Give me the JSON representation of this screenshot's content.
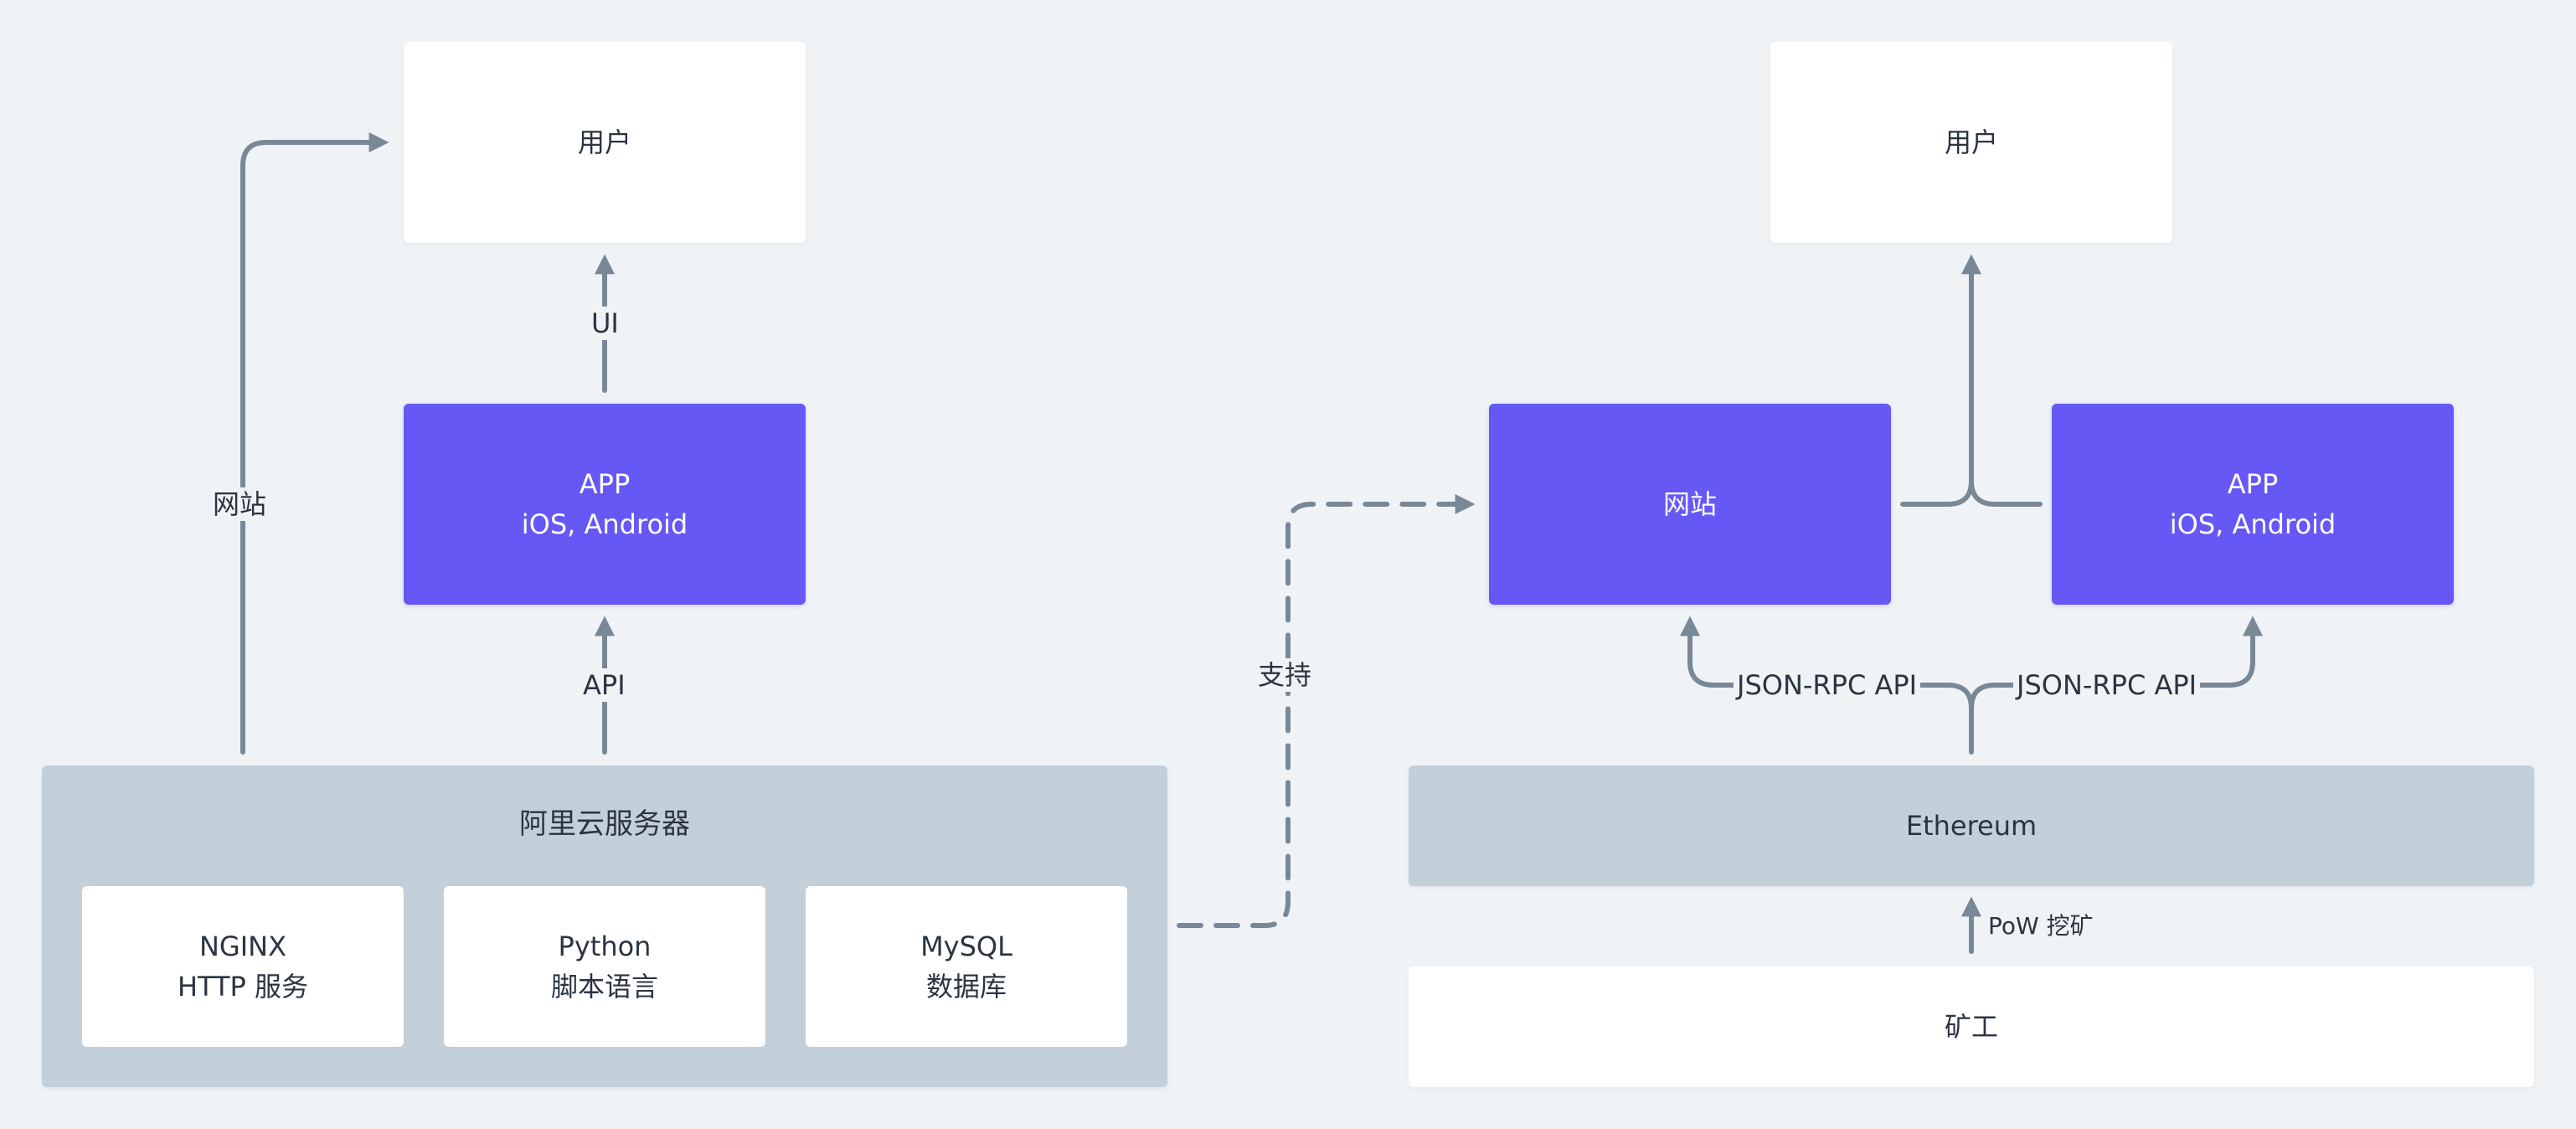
{
  "left": {
    "user_box": {
      "label": "用户"
    },
    "app_box": {
      "line1": "APP",
      "line2": "iOS, Android"
    },
    "server_group": {
      "title": "阿里云服务器",
      "components": [
        {
          "line1": "NGINX",
          "line2": "HTTP 服务"
        },
        {
          "line1": "Python",
          "line2": "脚本语言"
        },
        {
          "line1": "MySQL",
          "line2": "数据库"
        }
      ]
    },
    "edges": {
      "website": "网站",
      "ui": "UI",
      "api": "API"
    }
  },
  "bridge": {
    "support": "支持"
  },
  "right": {
    "user_box": {
      "label": "用户"
    },
    "website_box": {
      "label": "网站"
    },
    "app_box": {
      "line1": "APP",
      "line2": "iOS, Android"
    },
    "ethereum_box": {
      "label": "Ethereum"
    },
    "miner_box": {
      "label": "矿工"
    },
    "edges": {
      "jsonrpc_left": "JSON-RPC API",
      "jsonrpc_right": "JSON-RPC API",
      "pow": "PoW 挖矿"
    }
  },
  "colors": {
    "background": "#f0f3f6",
    "purple": "#6558f5",
    "grey_panel": "#c3cfd9",
    "connector": "#788896",
    "text": "#2b3441"
  }
}
